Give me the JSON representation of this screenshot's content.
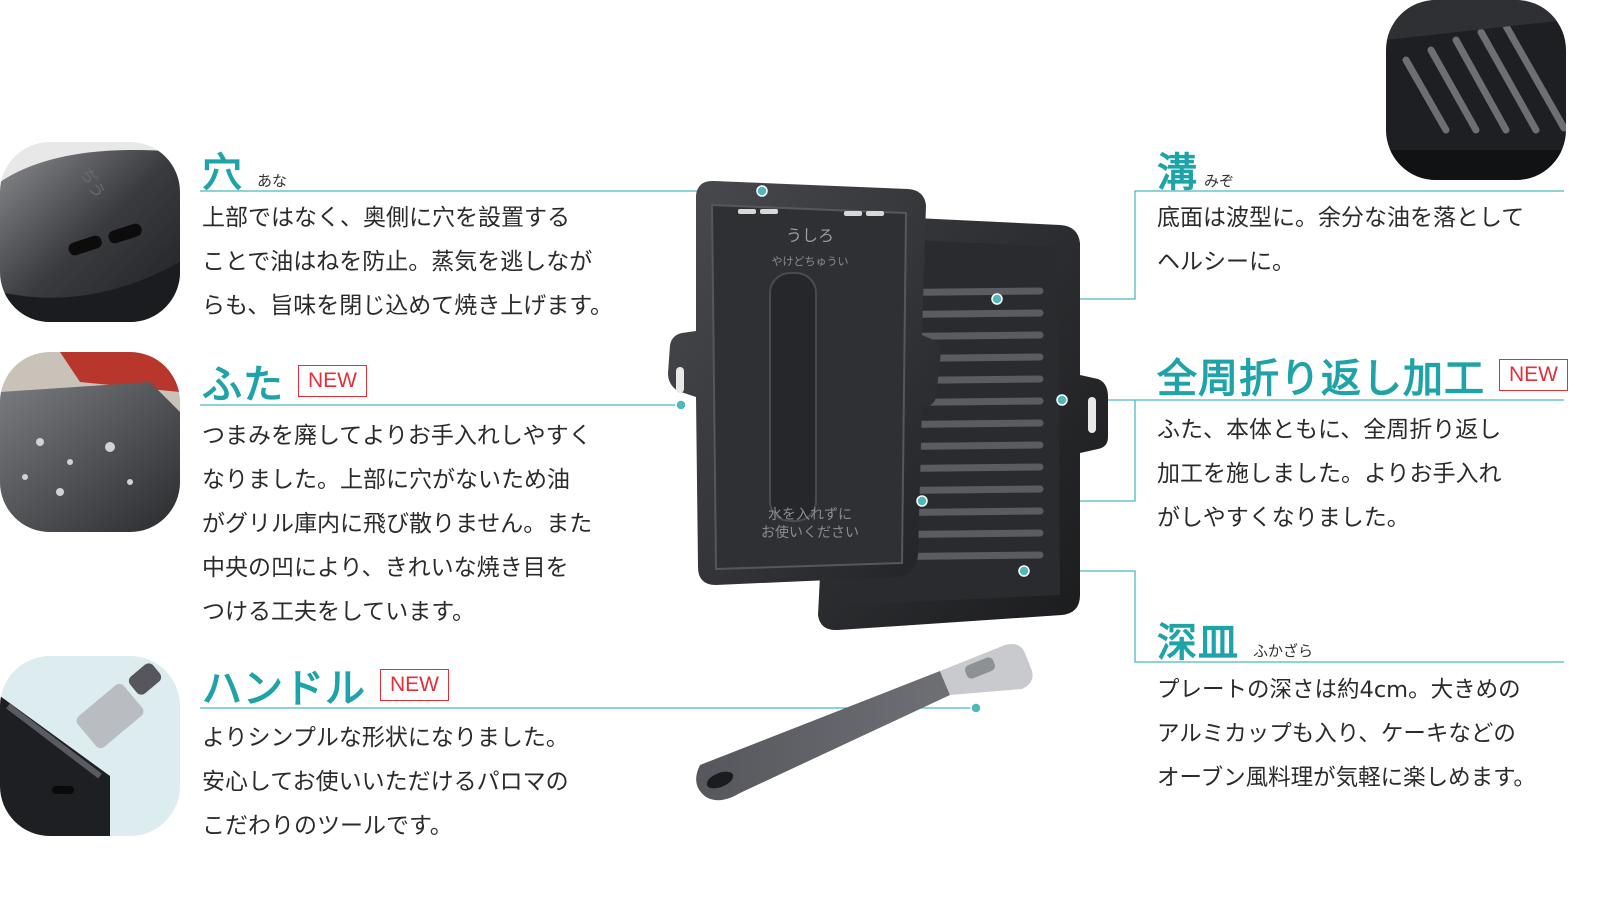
{
  "features": {
    "ana": {
      "title": "穴",
      "ruby": "あな",
      "text": "上部ではなく、奥側に穴を設置する\nことで油はねを防止。蒸気を逃しなが\nらも、旨味を閉じ込めて焼き上げます。"
    },
    "futa": {
      "title": "ふた",
      "badge": "NEW",
      "text": "つまみを廃してよりお手入れしやすく\nなりました。上部に穴がないため油\nがグリル庫内に飛び散りません。また\n中央の凹により、きれいな焼き目を\nつける工夫をしています。"
    },
    "handle": {
      "title": "ハンドル",
      "badge": "NEW",
      "text": "よりシンプルな形状になりました。\n安心してお使いいただけるパロマの\nこだわりのツールです。"
    },
    "mizo": {
      "title": "溝",
      "ruby": "みぞ",
      "text": "底面は波型に。余分な油を落として\nヘルシーに。"
    },
    "orikaeshi": {
      "title": "全周折り返し加工",
      "badge": "NEW",
      "text": "ふた、本体ともに、全周折り返し\n加工を施しました。よりお手入れ\nがしやすくなりました。"
    },
    "fukazara": {
      "title": "深皿",
      "ruby": "ふかざら",
      "text": "プレートの深さは約4cm。大きめの\nアルミカップも入り、ケーキなどの\nオーブン風料理が気軽に楽しめます。"
    }
  },
  "product": {
    "lid_label_top": "うしろ",
    "lid_label_warn": "やけどちゅうい",
    "lid_label_bottom_1": "水を入れずに",
    "lid_label_bottom_2": "お使いください"
  },
  "colors": {
    "accent": "#1ea3a8",
    "badge": "#e0303a",
    "product": "#2c2d30",
    "line": "#4fb8bc"
  }
}
